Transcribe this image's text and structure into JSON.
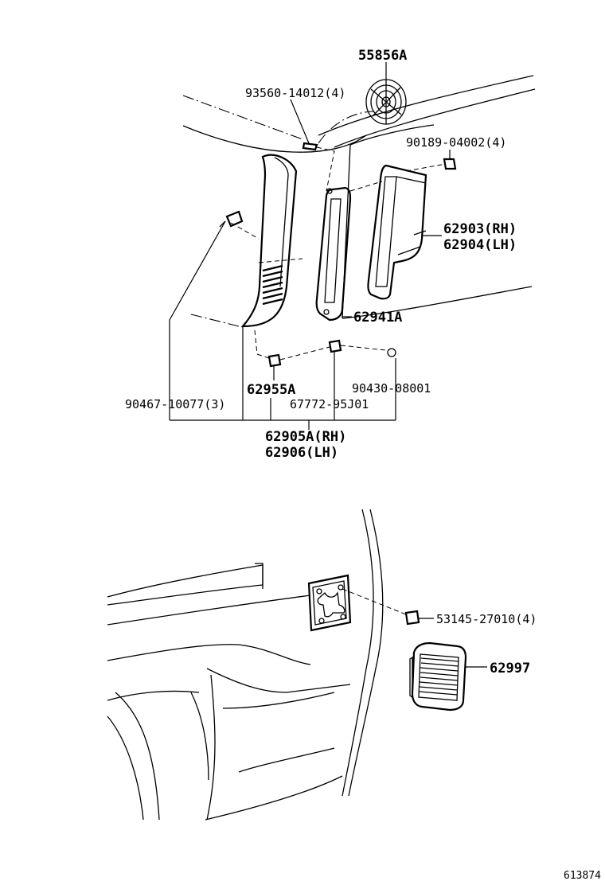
{
  "parts": {
    "p55856A": "55856A",
    "p93560": "93560-14012(4)",
    "p90189": "90189-04002(4)",
    "p62903": "62903(RH)",
    "p62904": "62904(LH)",
    "p62941A": "62941A",
    "p62955A": "62955A",
    "p90430": "90430-08001",
    "p90467": "90467-10077(3)",
    "p67772": "67772-95J01",
    "p62905A": "62905A(RH)",
    "p62906": "62906(LH)",
    "p53145": "53145-27010(4)",
    "p62997": "62997"
  },
  "figure_id": "613874"
}
